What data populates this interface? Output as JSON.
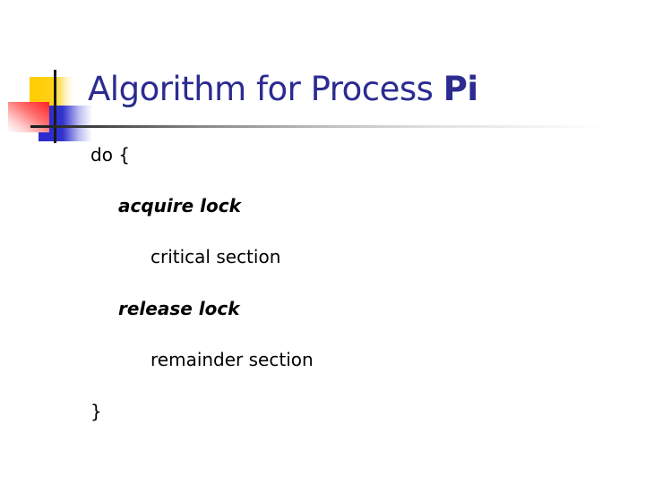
{
  "slide": {
    "title": {
      "text": "Algorithm for Process ",
      "bold_suffix": "Pi"
    },
    "code_lines": [
      {
        "text": "do {",
        "indent": 0,
        "style": "normal"
      },
      {
        "text": "acquire lock",
        "indent": 1,
        "style": "bold-italic"
      },
      {
        "text": "critical section",
        "indent": 2,
        "style": "normal"
      },
      {
        "text": "release lock",
        "indent": 1,
        "style": "bold-italic"
      },
      {
        "text": "remainder section",
        "indent": 2,
        "style": "normal"
      },
      {
        "text": "}",
        "indent": 0,
        "style": "normal"
      }
    ],
    "colors": {
      "title": "#2b2b90",
      "body": "#000000",
      "deco_yellow": "#ffcc00",
      "deco_blue": "#3333cc",
      "deco_red": "#ff2020"
    }
  }
}
